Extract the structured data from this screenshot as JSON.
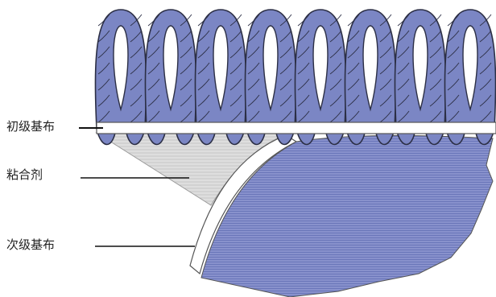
{
  "labels": {
    "primary_backing": "初级基布",
    "adhesive": "粘合剂",
    "secondary_backing": "次级基布"
  },
  "colors": {
    "yarn": "#7b86c4",
    "yarn_outline": "#2c2f45",
    "backing_fill": "#ffffff",
    "adhesive": "#d9d9d9",
    "secondary_stripes": "#6a76b9",
    "leader": "#111111"
  },
  "tuft_count": 8
}
